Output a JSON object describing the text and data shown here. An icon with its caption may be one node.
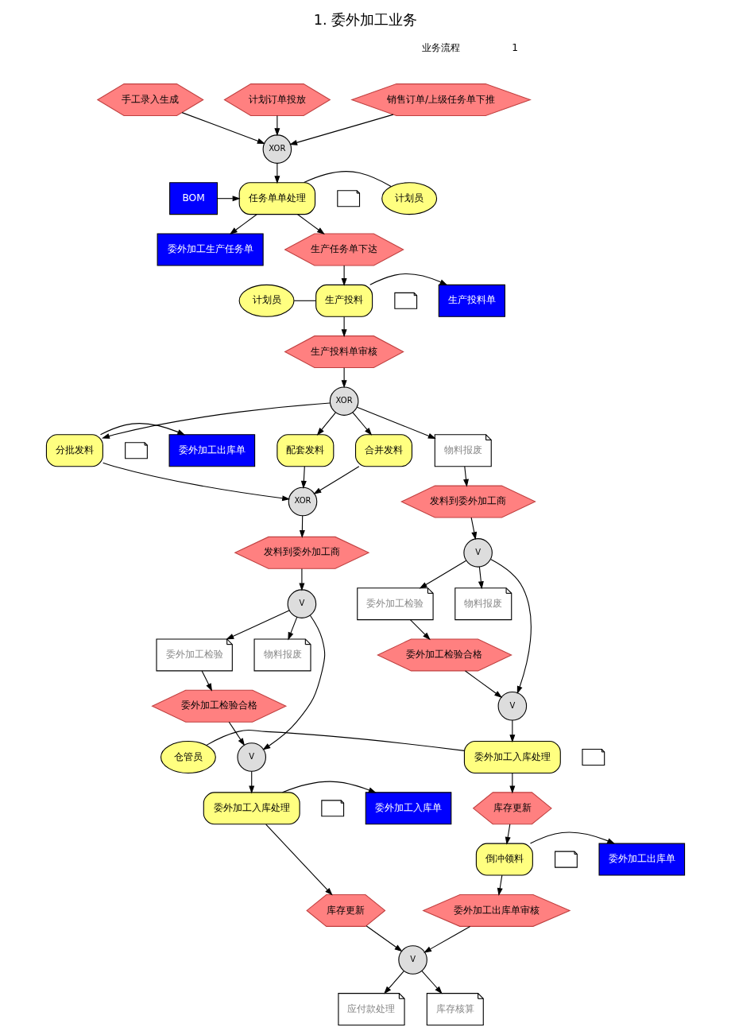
{
  "diagram": {
    "title": "1. 委外加工业务",
    "nodes": [
      {
        "text": [
          "销售订单/上级任务单下推"
        ]
      },
      {
        "text": [
          "手工录入生成"
        ]
      },
      {
        "text": [
          "计划订单投放"
        ]
      },
      {
        "text": [
          "XOR"
        ]
      },
      {
        "text": [
          "BOM"
        ]
      },
      {
        "text": [
          "任务单单处理"
        ]
      },
      {
        "text": [
          "计划员"
        ]
      },
      {
        "text": [
          "委外加工生产任务单"
        ]
      },
      {
        "text": [],
        "shape": "box"
      },
      {
        "text": [
          "生产任务单下达"
        ]
      },
      {
        "text": [
          "生产投料单"
        ]
      },
      {
        "text": [
          "生产投料"
        ]
      },
      {
        "text": [
          "计划员"
        ]
      },
      {
        "text": [],
        "shape": "box"
      },
      {
        "text": [
          "生产投料单审核"
        ]
      },
      {
        "text": [
          "XOR"
        ]
      },
      {
        "text": [
          "委外加工出库单"
        ]
      },
      {
        "text": [
          "分批发料"
        ]
      },
      {
        "text": [
          "配套发料"
        ]
      },
      {
        "text": [
          "合并发料"
        ]
      },
      {
        "text": [
          "物料报废"
        ]
      },
      {
        "text": [],
        "shape": "box"
      },
      {
        "text": [
          "XOR"
        ]
      },
      {
        "text": [
          "发料到委外加工商"
        ]
      },
      {
        "text": [
          "发料到委外加工商"
        ]
      },
      {
        "text": [
          "V"
        ]
      },
      {
        "text": [
          "委外加工检验"
        ]
      },
      {
        "text": [
          "物料报废"
        ]
      },
      {
        "text": [
          "V"
        ]
      },
      {
        "text": [
          "委外加工检验"
        ]
      },
      {
        "text": [
          "物料报废"
        ]
      },
      {
        "text": [
          "委外加工检验合格"
        ]
      },
      {
        "text": [
          "委外加工检验合格"
        ]
      },
      {
        "text": [
          "V"
        ]
      },
      {
        "text": [
          "委外加工入库处理"
        ]
      },
      {
        "text": [
          "仓管员"
        ]
      },
      {
        "text": [
          "V"
        ]
      },
      {
        "text": [],
        "shape": "box"
      },
      {
        "text": [
          "委外加工入库单"
        ]
      },
      {
        "text": [
          "委外加工入库处理"
        ]
      },
      {
        "text": [
          "委外加工出库单"
        ]
      },
      {
        "text": [
          "库存更新"
        ]
      },
      {
        "text": [],
        "shape": "box"
      },
      {
        "text": [
          "倒冲领料"
        ]
      },
      {
        "text": [],
        "shape": "box"
      },
      {
        "text": [
          "库存更新"
        ]
      },
      {
        "text": [
          "委外加工出库单审核"
        ]
      },
      {
        "text": [
          "V"
        ]
      },
      {
        "text": [
          "应付款处理"
        ]
      },
      {
        "text": [
          "库存核算"
        ]
      }
    ],
    "edges": [
      {
        "from": 0,
        "to": 3,
        "arrow": "to"
      },
      {
        "from": 1,
        "to": 3,
        "arrow": "to"
      },
      {
        "from": 2,
        "to": 3,
        "arrow": "to"
      },
      {
        "from": 3,
        "to": 5,
        "arrow": "to"
      },
      {
        "from": 4,
        "to": 5,
        "arrow": "to"
      },
      {
        "from": 5,
        "to": 7,
        "arrow": "to"
      },
      {
        "from": 6,
        "to": 5,
        "arrow": "none"
      },
      {
        "from": 5,
        "to": 9,
        "arrow": "to"
      },
      {
        "from": 9,
        "to": 11,
        "arrow": "to"
      },
      {
        "from": 11,
        "to": 10,
        "arrow": "to"
      },
      {
        "from": 12,
        "to": 11,
        "arrow": "none"
      },
      {
        "from": 11,
        "to": 14,
        "arrow": "to"
      },
      {
        "from": 14,
        "to": 15,
        "arrow": "to"
      },
      {
        "from": 15,
        "to": 17,
        "arrow": "to"
      },
      {
        "from": 15,
        "to": 18,
        "arrow": "to"
      },
      {
        "from": 15,
        "to": 19,
        "arrow": "to"
      },
      {
        "from": 15,
        "to": 20,
        "arrow": "to"
      },
      {
        "from": 17,
        "to": 16,
        "arrow": "to"
      },
      {
        "from": 17,
        "to": 22,
        "arrow": "to"
      },
      {
        "from": 18,
        "to": 22,
        "arrow": "to"
      },
      {
        "from": 19,
        "to": 22,
        "arrow": "to"
      },
      {
        "from": 20,
        "to": 23,
        "arrow": "to"
      },
      {
        "from": 22,
        "to": 24,
        "arrow": "to"
      },
      {
        "from": 23,
        "to": 25,
        "arrow": "to"
      },
      {
        "from": 25,
        "to": 26,
        "arrow": "to"
      },
      {
        "from": 25,
        "to": 27,
        "arrow": "to"
      },
      {
        "from": 25,
        "to": 33,
        "arrow": "to"
      },
      {
        "from": 24,
        "to": 28,
        "arrow": "to"
      },
      {
        "from": 28,
        "to": 29,
        "arrow": "to"
      },
      {
        "from": 28,
        "to": 30,
        "arrow": "to"
      },
      {
        "from": 28,
        "to": 36,
        "arrow": "to"
      },
      {
        "from": 26,
        "to": 31,
        "arrow": "to"
      },
      {
        "from": 29,
        "to": 32,
        "arrow": "to"
      },
      {
        "from": 31,
        "to": 33,
        "arrow": "to"
      },
      {
        "from": 32,
        "to": 36,
        "arrow": "to"
      },
      {
        "from": 33,
        "to": 34,
        "arrow": "to"
      },
      {
        "from": 35,
        "to": 34,
        "arrow": "none"
      },
      {
        "from": 36,
        "to": 39,
        "arrow": "to"
      },
      {
        "from": 39,
        "to": 38,
        "arrow": "to"
      },
      {
        "from": 34,
        "to": 41,
        "arrow": "to"
      },
      {
        "from": 41,
        "to": 43,
        "arrow": "to"
      },
      {
        "from": 43,
        "to": 40,
        "arrow": "to"
      },
      {
        "from": 39,
        "to": 45,
        "arrow": "to"
      },
      {
        "from": 43,
        "to": 46,
        "arrow": "to"
      },
      {
        "from": 45,
        "to": 47,
        "arrow": "to"
      },
      {
        "from": 46,
        "to": 47,
        "arrow": "to"
      },
      {
        "from": 47,
        "to": 48,
        "arrow": "to"
      },
      {
        "from": 47,
        "to": 49,
        "arrow": "to"
      }
    ],
    "labels": [
      "业务流程",
      "1"
    ]
  }
}
